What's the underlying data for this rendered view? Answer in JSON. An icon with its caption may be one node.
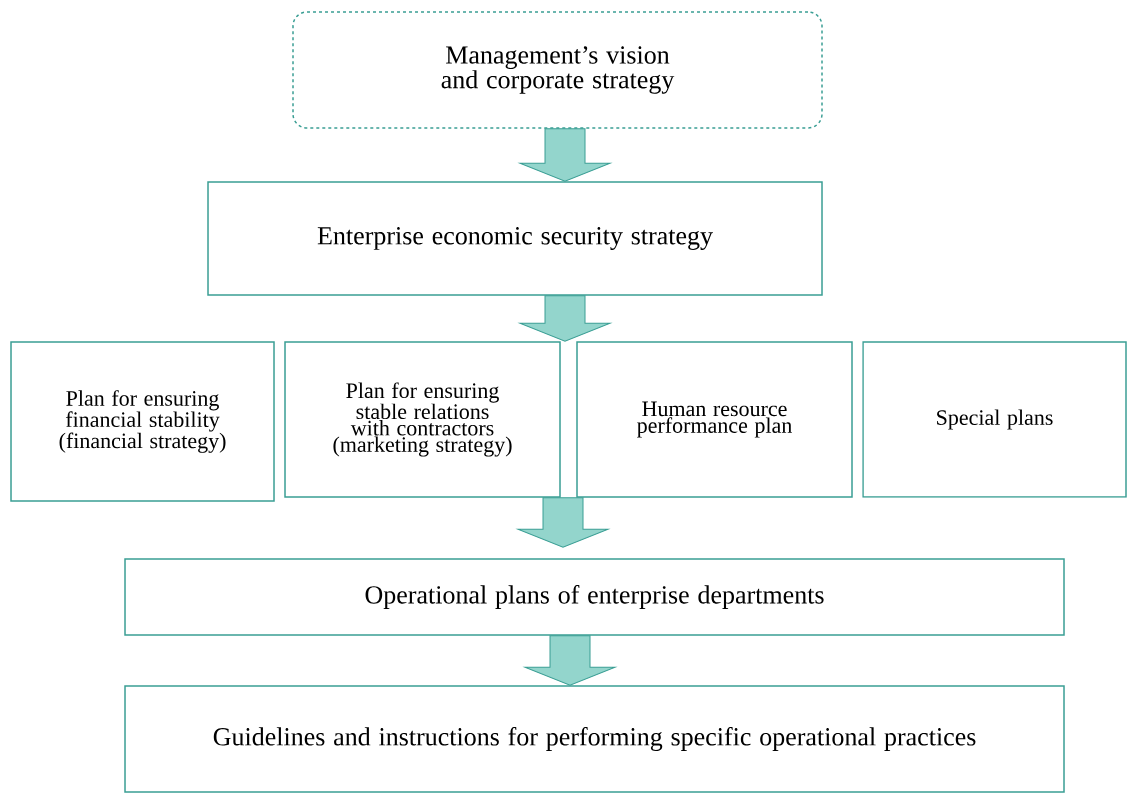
{
  "diagram": {
    "nodes": [
      {
        "text": [
          "Management’s vision and corporate strategy"
        ]
      },
      {
        "text": [
          "Enterprise economic security strategy"
        ]
      },
      {
        "text": [
          "Plan for ensuring financial stability (financial strategy)"
        ]
      },
      {
        "text": [
          "Plan for ensuring stable relations with contractors (marketing strategy)"
        ]
      },
      {
        "text": [
          "Human resource performance plan"
        ]
      },
      {
        "text": [
          "Special plans"
        ]
      },
      {
        "text": [
          "Operational plans of enterprise departments"
        ]
      },
      {
        "text": [
          "Guidelines and instructions for performing specific operational practices"
        ]
      }
    ],
    "edges": [
      {
        "from": 0,
        "to": 1,
        "arrow": "to"
      },
      {
        "from": 1,
        "to": 3,
        "arrow": "to"
      },
      {
        "from": 1,
        "to": 4,
        "arrow": "to"
      },
      {
        "from": 3,
        "to": 6,
        "arrow": "to"
      },
      {
        "from": 4,
        "to": 6,
        "arrow": "to"
      },
      {
        "from": 6,
        "to": 7,
        "arrow": "to"
      }
    ]
  }
}
